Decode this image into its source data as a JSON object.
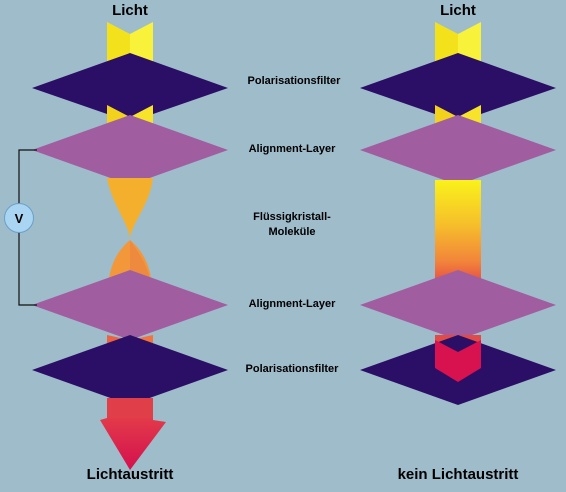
{
  "labels": {
    "licht_left": "Licht",
    "licht_right": "Licht",
    "polfilter_top": "Polarisationsfilter",
    "alignment_top": "Alignment-Layer",
    "fluessig_line1": "Flüssigkristall-",
    "fluessig_line2": "Moleküle",
    "alignment_bottom": "Alignment-Layer",
    "polfilter_bottom": "Polarisationsfilter",
    "lichtaustritt": "Lichtaustritt",
    "kein_lichtaustritt": "kein Lichtaustritt",
    "voltage": "V"
  },
  "colors": {
    "background": "#9fbccb",
    "polarizer": "#2b0f66",
    "alignment": "#a05ea0",
    "light_top": "#f7ee1b",
    "light_bottom": "#d8114f"
  }
}
